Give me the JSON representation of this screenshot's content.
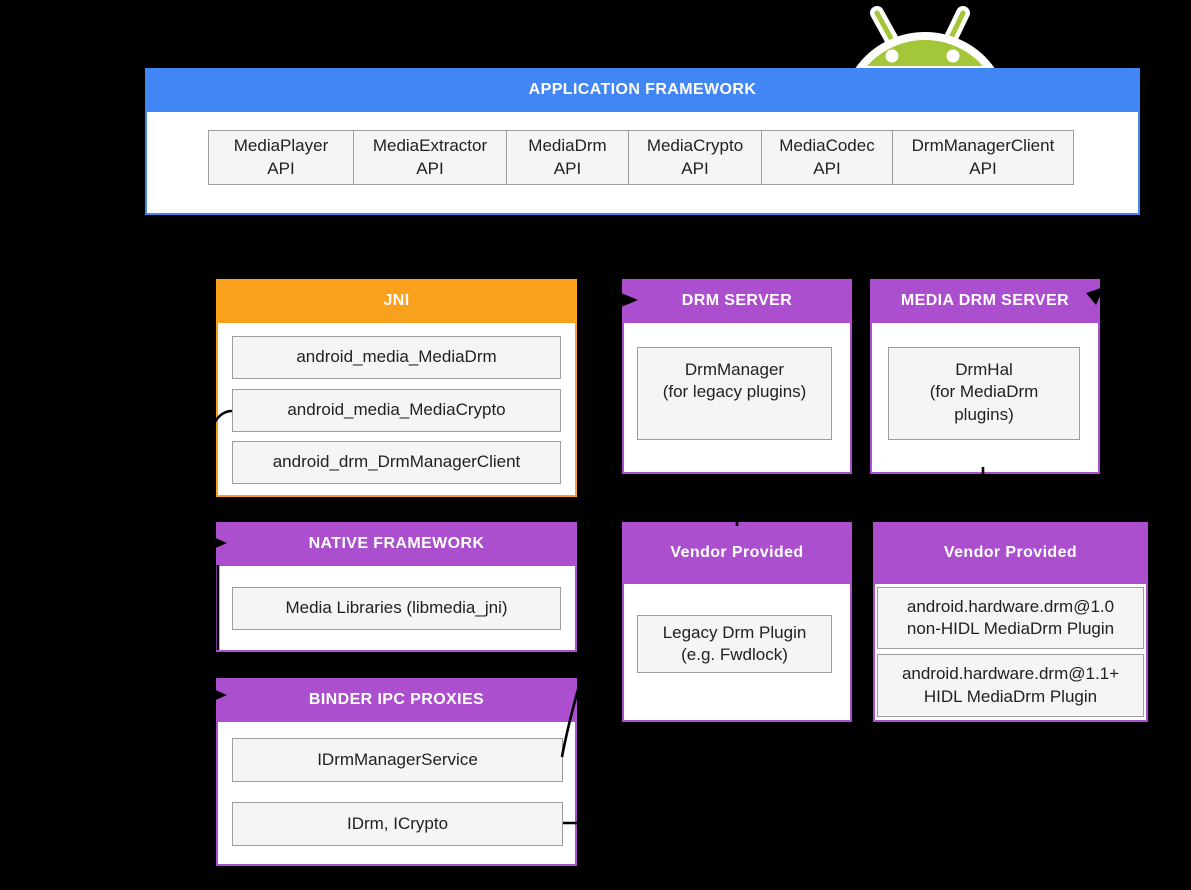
{
  "colors": {
    "framework_blue": "#4285F4",
    "jni_orange": "#F9A01C",
    "purple": "#AB4FCE",
    "android_green": "#A4C639",
    "cell_fill": "#F5F5F5",
    "cell_border": "#9E9E9E",
    "arrow_black": "#000000"
  },
  "app_framework": {
    "title": "APPLICATION FRAMEWORK",
    "apis": [
      "MediaPlayer\nAPI",
      "MediaExtractor\nAPI",
      "MediaDrm\nAPI",
      "MediaCrypto\nAPI",
      "MediaCodec\nAPI",
      "DrmManagerClient\nAPI"
    ]
  },
  "jni": {
    "title": "JNI",
    "items": [
      "android_media_MediaDrm",
      "android_media_MediaCrypto",
      "android_drm_DrmManagerClient"
    ]
  },
  "drm_server": {
    "title": "DRM SERVER",
    "box": "DrmManager\n(for legacy plugins)"
  },
  "media_drm_server": {
    "title": "MEDIA DRM SERVER",
    "box": "DrmHal\n(for MediaDrm\nplugins)"
  },
  "native_framework": {
    "title": "NATIVE FRAMEWORK",
    "box": "Media Libraries (libmedia_jni)"
  },
  "binder_ipc": {
    "title": "BINDER IPC PROXIES",
    "items": [
      "IDrmManagerService",
      "IDrm, ICrypto"
    ]
  },
  "vendor_mid": {
    "title": "Vendor Provided",
    "box": "Legacy Drm Plugin\n(e.g. Fwdlock)"
  },
  "vendor_right": {
    "title": "Vendor Provided",
    "boxes": [
      "android.hardware.drm@1.0\nnon-HIDL MediaDrm Plugin",
      "android.hardware.drm@1.1+\nHIDL MediaDrm Plugin"
    ]
  },
  "icons": {
    "android_robot": "android-robot-logo"
  }
}
